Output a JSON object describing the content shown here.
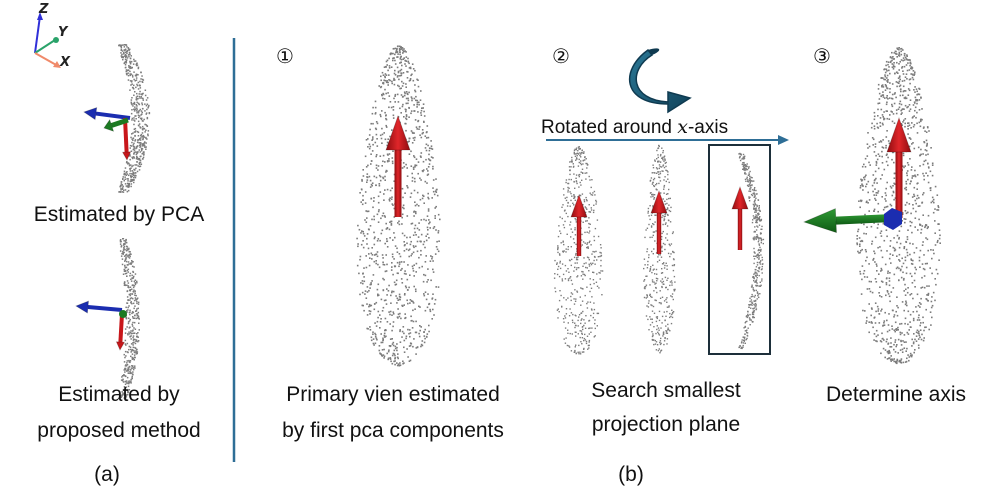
{
  "panel_a": {
    "label_pca": "Estimated by PCA",
    "label_proposed_line1": "Estimated by",
    "label_proposed_line2": "proposed method",
    "caption": "(a)",
    "axes": {
      "z": "Z",
      "y": "Y",
      "x": "X"
    }
  },
  "panel_b": {
    "caption": "(b)",
    "step1": {
      "number": "①",
      "label_line1": "Primary vien estimated",
      "label_line2": "by first pca components"
    },
    "step2": {
      "number": "②",
      "rotation_prefix": "Rotated around ",
      "rotation_var": "x",
      "rotation_suffix": "-axis",
      "label_line1": "Search smallest",
      "label_line2": "projection plane"
    },
    "step3": {
      "number": "③",
      "label": "Determine axis"
    }
  },
  "colors": {
    "divider": "#2e6e96",
    "red_arrow": "#c8171b",
    "green_arrow": "#1c7a22",
    "blue_arrow": "#1b2db0",
    "curl_arrow": "#1e5e7a",
    "points": "#7c7c7c",
    "axis_x": "#f08a6a",
    "axis_y": "#2aa36a",
    "axis_z": "#3030d8"
  }
}
